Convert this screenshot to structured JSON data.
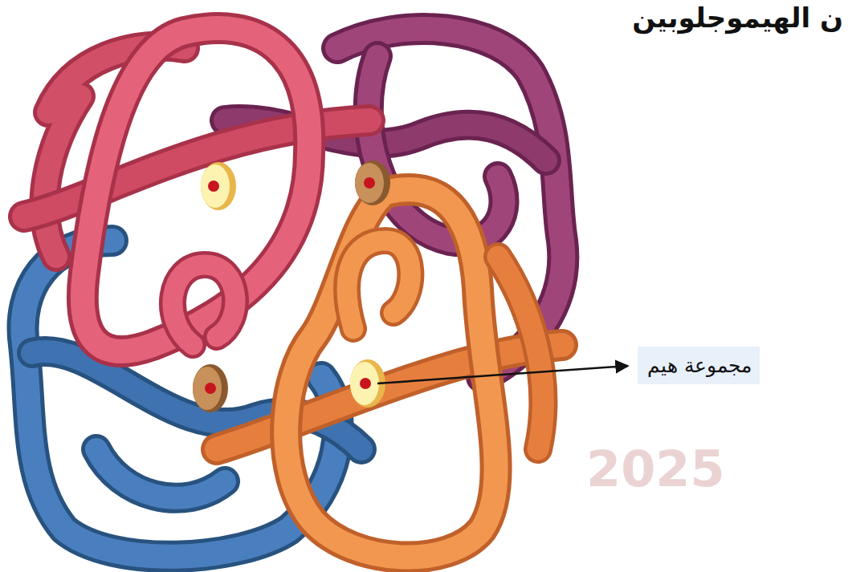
{
  "diagram": {
    "title": "ن الهيموجلوبين",
    "nodes": [
      {
        "text": [
          "مجموعة هيم"
        ]
      }
    ],
    "labels": [
      "2025"
    ]
  }
}
